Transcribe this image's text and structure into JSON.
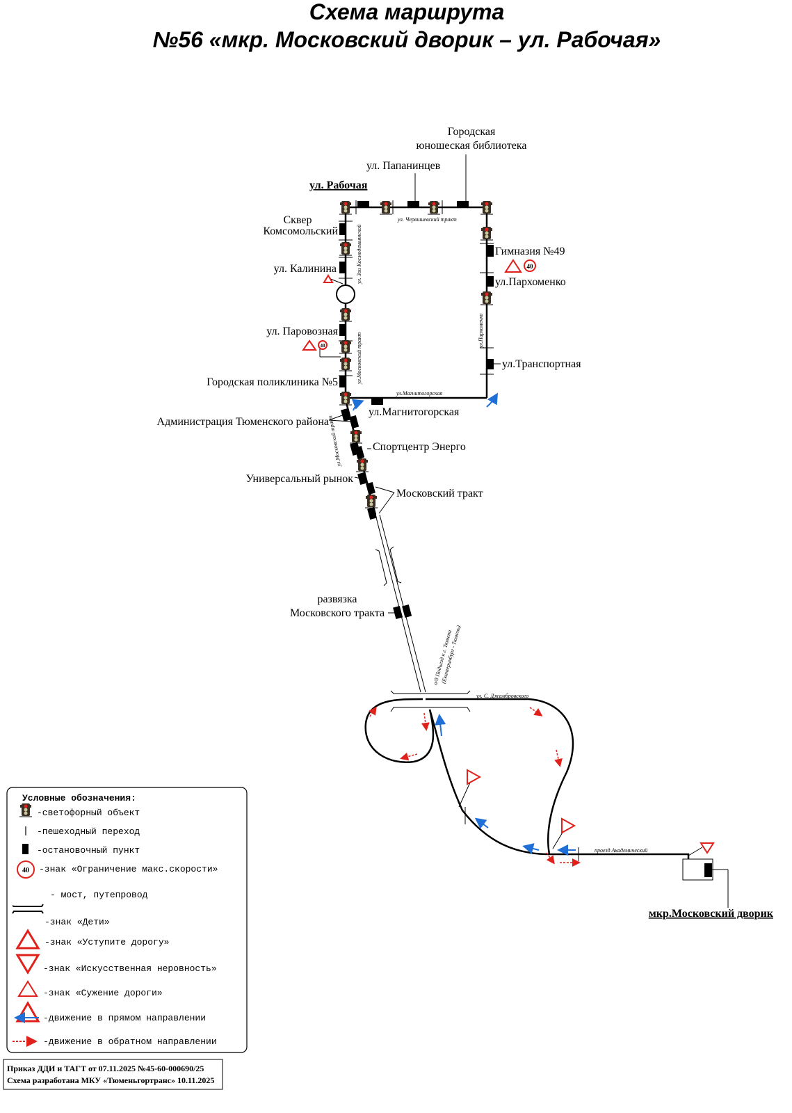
{
  "title": {
    "line1": "Схема маршрута",
    "line2": "№56 «мкр. Московский дворик – ул. Рабочая»"
  },
  "stops": {
    "rabochaya": "ул. Рабочая",
    "papanintsev": "ул. Папанинцев",
    "library1": "Городская",
    "library2": "юношеская библиотека",
    "skver1": "Сквер",
    "skver2": "Комсомольский",
    "kalinina": "ул. Калинина",
    "parovoznaya": "ул. Паровозная",
    "poliklinika": "Городская поликлиника №5",
    "gimnaziya": "Гимназия №49",
    "parkhomenko": "ул.Пархоменко",
    "transportnaya": "ул.Транспортная",
    "magnitogorskaya": "ул.Магнитогорская",
    "administratsiya": "Администрация Тюменского района",
    "sportcentr": "Спортцентр Энерго",
    "rynok": "Универсальный рынок",
    "moskovsky_trakt": "Московский тракт",
    "razvyazka1": "развязка",
    "razvyazka2": "Московского тракта",
    "terminal": "мкр.Московский дворик"
  },
  "streets": {
    "cherepanovsky": "ул. Червишевский тракт",
    "zoi": "ул. Зои Космодемьянской",
    "moskovsky1": "ул.Московский тракт",
    "moskovsky2": "ул.Московский тракт",
    "parkhomenko": "ул.Пархоменко",
    "magnitogorskaya": "ул.Магнитогорская",
    "highway1": "а/д Подъезд к г. Тюмени",
    "highway2": "(Екатеринбург - Тюмень)",
    "dzhambrovskogo": "ул. С. Джамбровского",
    "akademichesky": "проезд Академический"
  },
  "speed_limit": "40",
  "legend": {
    "title": "Условные обозначения:",
    "items": [
      "-светофорный объект",
      "-пешеходный переход",
      "-остановочный пункт",
      "-знак «Ограничение макс.скорости»",
      "- мост, путепровод",
      "-знак «Дети»",
      "-знак «Уступите дорогу»",
      "-знак «Искусственная неровность»",
      "-знак «Сужение дороги»",
      "-движение в прямом направлении",
      "-движение в обратном направлении"
    ]
  },
  "footer": {
    "line1": "Приказ ДДИ и ТАГТ от 07.11.2025 №45-60-000690/25",
    "line2": "Схема разработана МКУ «Тюменьгортранс» 10.11.2025"
  },
  "colors": {
    "forward": "#1f6fd6",
    "reverse": "#e0201b",
    "sign": "#e0201b"
  }
}
